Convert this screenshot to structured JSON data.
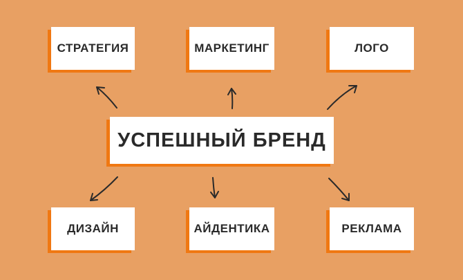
{
  "center": {
    "label": "УСПЕШНЫЙ БРЕНД"
  },
  "nodes": {
    "strategy": "СТРАТЕГИЯ",
    "marketing": "МАРКЕТИНГ",
    "logo": "ЛОГО",
    "design": "ДИЗАЙН",
    "identity": "АЙДЕНТИКА",
    "advertising": "РЕКЛАМА"
  },
  "colors": {
    "background": "#E8A063",
    "box": "#FFFFFF",
    "box_shadow": "#F07812",
    "text": "#2A2A2A",
    "arrow": "#2A2A2A"
  }
}
